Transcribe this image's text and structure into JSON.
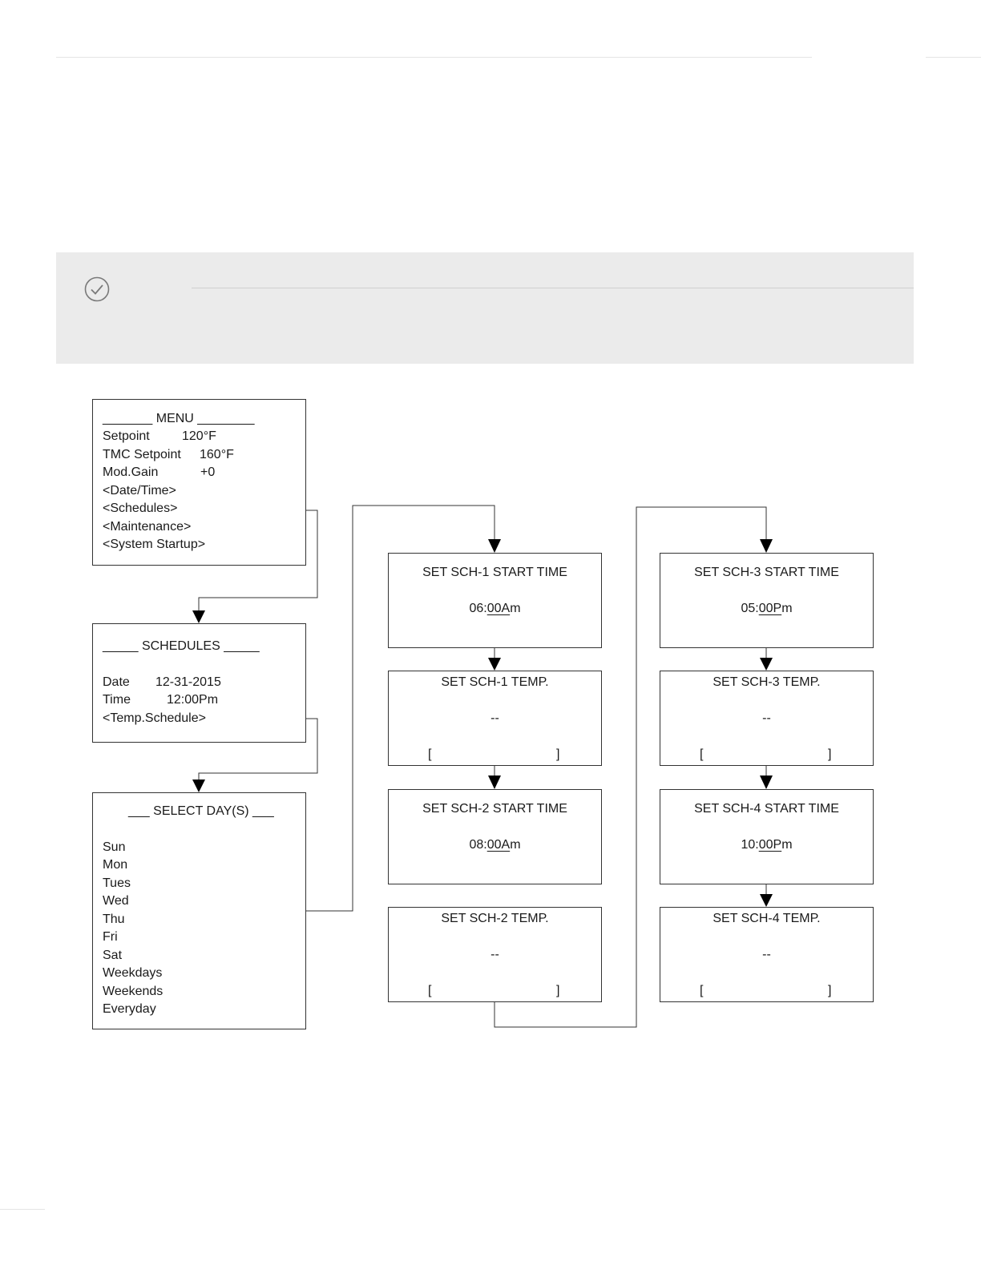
{
  "menu": {
    "header": "_______ MENU ________",
    "items": [
      {
        "label": "Setpoint",
        "value": "120°F"
      },
      {
        "label": "TMC Setpoint",
        "value": "160°F"
      },
      {
        "label": "Mod.Gain",
        "value": "+0"
      }
    ],
    "links": [
      "<Date/Time>",
      "<Schedules>",
      "<Maintenance>",
      "<System Startup>"
    ]
  },
  "schedules": {
    "header": "_____ SCHEDULES _____",
    "date_label": "Date",
    "date_value": "12-31-2015",
    "time_label": "Time",
    "time_value": "12:00Pm",
    "link": "<Temp.Schedule>"
  },
  "select_days": {
    "header": "___ SELECT DAY(S) ___",
    "days": [
      "Sun",
      "Mon",
      "Tues",
      "Wed",
      "Thu",
      "Fri",
      "Sat",
      "Weekdays",
      "Weekends",
      "Everyday"
    ]
  },
  "sch1_start": {
    "title": "SET SCH-1 START TIME",
    "hour": "06:",
    "min": "00A",
    "suffix": "m"
  },
  "sch1_temp": {
    "title": "SET SCH-1 TEMP.",
    "value": "--",
    "bracket_left": "[",
    "bracket_right": "]"
  },
  "sch2_start": {
    "title": "SET SCH-2 START TIME",
    "hour": "08:",
    "min": "00A",
    "suffix": "m"
  },
  "sch2_temp": {
    "title": "SET SCH-2 TEMP.",
    "value": "--",
    "bracket_left": "[",
    "bracket_right": "]"
  },
  "sch3_start": {
    "title": "SET SCH-3 START TIME",
    "hour": "05:",
    "min": "00P",
    "suffix": "m"
  },
  "sch3_temp": {
    "title": "SET SCH-3 TEMP.",
    "value": "--",
    "bracket_left": "[",
    "bracket_right": "]"
  },
  "sch4_start": {
    "title": "SET SCH-4 START TIME",
    "hour": "10:",
    "min": "00P",
    "suffix": "m"
  },
  "sch4_temp": {
    "title": "SET SCH-4 TEMP.",
    "value": "--",
    "bracket_left": "[",
    "bracket_right": "]"
  },
  "icons": {
    "note": "check-circle-icon"
  }
}
